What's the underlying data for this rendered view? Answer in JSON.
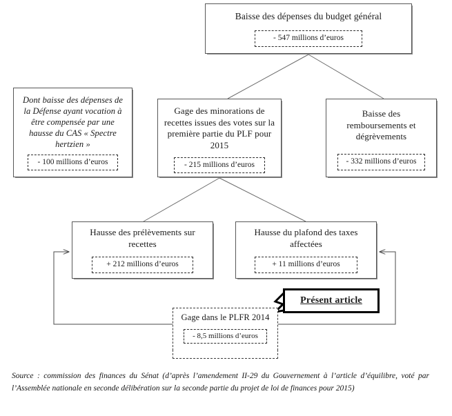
{
  "diagram": {
    "nodes": {
      "top": {
        "title": "Baisse des dépenses du budget général",
        "value": "- 547 millions d’euros"
      },
      "defense": {
        "title": "Dont baisse des dépenses de la Défense ayant vocation à être compensée par une hausse du CAS « Spectre hertzien »",
        "value": "- 100 millions d’euros"
      },
      "gage": {
        "title": "Gage des minorations de recettes issues des votes sur la première partie du PLF pour 2015",
        "value": "- 215 millions d’euros"
      },
      "remboursements": {
        "title": "Baisse des remboursements et dégrèvements",
        "value": "- 332 millions d’euros"
      },
      "prelevements": {
        "title": "Hausse des prélèvements sur recettes",
        "value": "+ 212 millions d’euros"
      },
      "plafond": {
        "title": "Hausse du plafond des taxes affectées",
        "value": "+ 11 millions d’euros"
      },
      "plfr": {
        "title": "Gage dans le PLFR 2014",
        "value": "- 8,5 millions d’euros"
      }
    },
    "callout": {
      "label": "Présent article"
    },
    "source": "Source : commission des finances du Sénat (d’après l’amendement II-29 du Gouvernement à l’article d’équilibre, voté par l’Assemblée nationale en seconde délibération sur la seconde partie du projet de loi de finances pour 2015)",
    "colors": {
      "box_border": "#575757",
      "box_shadow": "#8a8a8a",
      "dashed_border": "#2b2b2b",
      "connector": "#6b6b6b",
      "arrow": "#4a4a4a",
      "callout_border": "#000000",
      "text": "#1a1a1a",
      "background": "#ffffff"
    }
  }
}
